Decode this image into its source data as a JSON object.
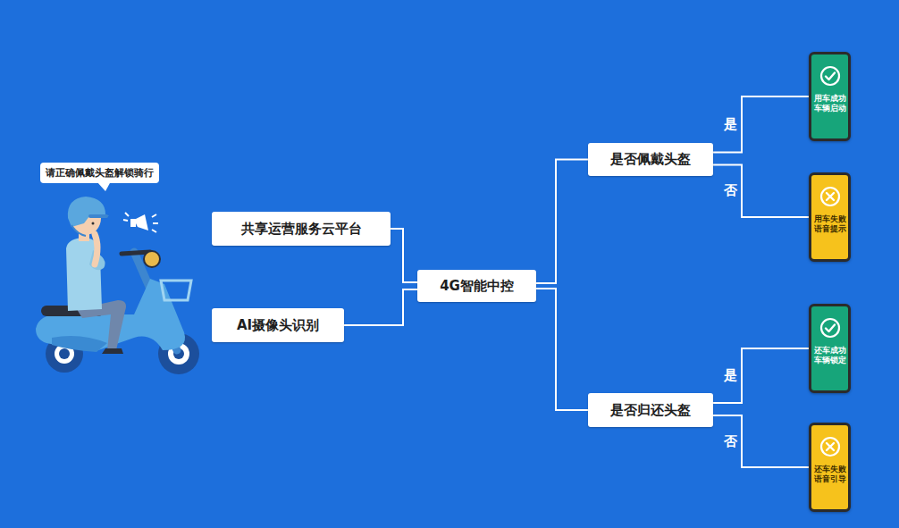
{
  "diagram": {
    "nodes": [
      {
        "text": [
          "请正确佩戴头盔解锁骑行"
        ]
      },
      {
        "text": [
          "共享运营服务云平台"
        ]
      },
      {
        "text": [
          "AI摄像头识别"
        ]
      },
      {
        "text": [
          "4G智能中控"
        ]
      },
      {
        "text": [
          "是否佩戴头盔"
        ]
      },
      {
        "text": [
          "是否归还头盔"
        ]
      },
      {
        "text": [
          "用车成功 车辆启动"
        ]
      },
      {
        "text": [
          "用车失败 语音提示"
        ]
      },
      {
        "text": [
          "还车成功 车辆锁定"
        ]
      },
      {
        "text": [
          "还车失败 语音引导"
        ]
      }
    ],
    "edges": [
      {
        "from": 1,
        "to": 3,
        "arrow": "none"
      },
      {
        "from": 2,
        "to": 3,
        "arrow": "none"
      },
      {
        "from": 3,
        "to": 4,
        "arrow": "none"
      },
      {
        "from": 3,
        "to": 5,
        "arrow": "none"
      },
      {
        "from": 4,
        "to": 6,
        "label": "是",
        "arrow": "none"
      },
      {
        "from": 4,
        "to": 7,
        "label": "否",
        "arrow": "none"
      },
      {
        "from": 5,
        "to": 8,
        "label": "是",
        "arrow": "none"
      },
      {
        "from": 5,
        "to": 9,
        "label": "否",
        "arrow": "none"
      }
    ]
  }
}
